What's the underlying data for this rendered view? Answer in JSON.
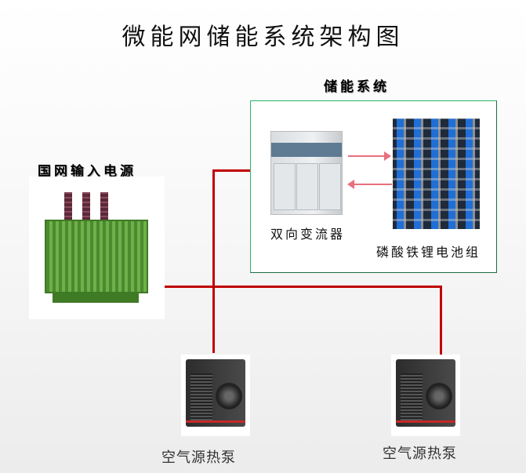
{
  "title": "微能网储能系统架构图",
  "grid_input": {
    "label": "国网输入电源",
    "icon": "transformer-image"
  },
  "storage_system": {
    "label": "储能系统",
    "converter": {
      "label": "双向变流器",
      "icon": "bidirectional-converter-image"
    },
    "battery": {
      "label": "磷酸铁锂电池组",
      "icon": "lfp-battery-pack-image"
    }
  },
  "heat_pumps": [
    {
      "label": "空气源热泵",
      "icon": "air-source-heat-pump-image"
    },
    {
      "label": "空气源热泵",
      "icon": "air-source-heat-pump-image"
    }
  ],
  "colors": {
    "power_line": "#c00000",
    "flow_arrow": "#e8707f",
    "box_border": "#2db36b"
  }
}
